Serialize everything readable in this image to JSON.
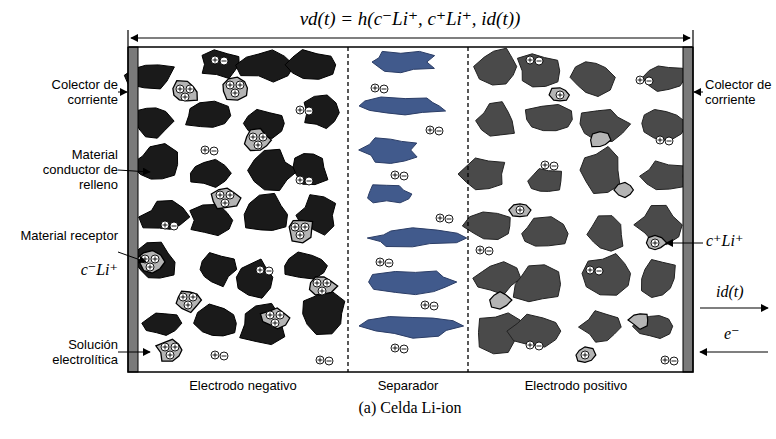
{
  "diagram": {
    "caption": "(a) Celda Li-ion",
    "labels": [
      "vd(t) = h(c⁻Li⁺, c⁺Li⁺, id(t))",
      "Colector de corriente",
      "Material conductor de relleno",
      "Material receptor",
      "c⁻Li⁺",
      "Solución electrolítica",
      "Colector de corriente",
      "c⁺Li⁺",
      "id(t)",
      "e⁻",
      "Electrodo negativo",
      "Separador",
      "Electrodo positivo"
    ]
  }
}
